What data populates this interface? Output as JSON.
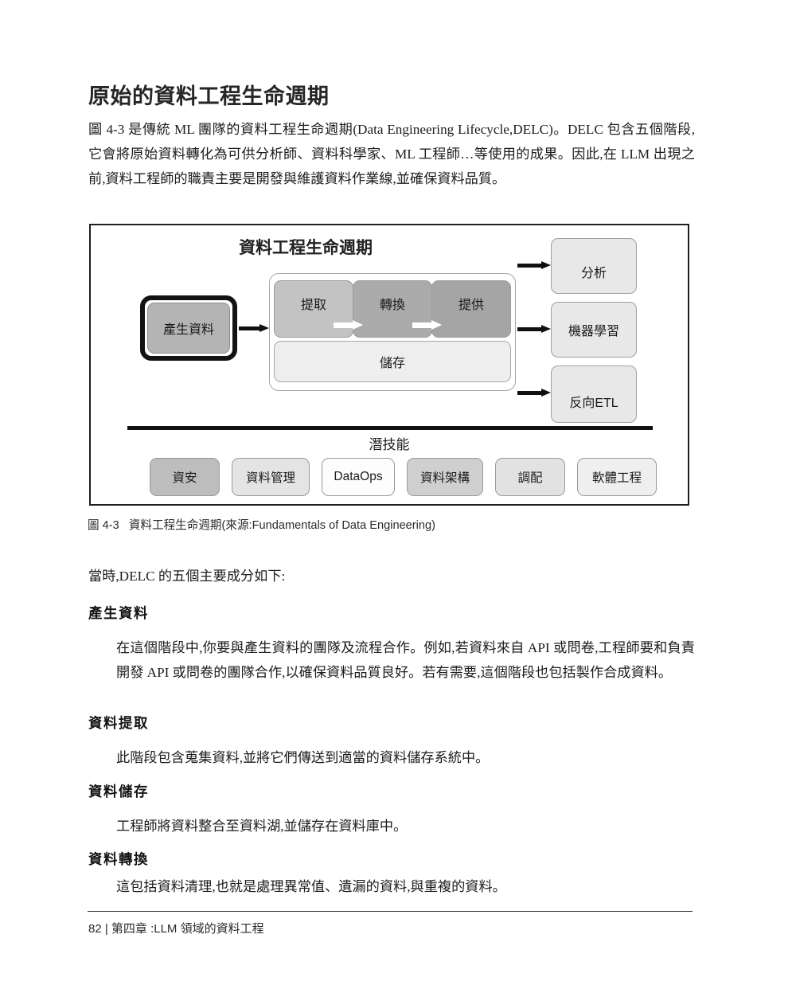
{
  "heading": "原始的資料工程生命週期",
  "intro_paragraph": "圖 4-3 是傳統 ML 團隊的資料工程生命週期(Data Engineering Lifecycle,DELC)。DELC 包含五個階段,它會將原始資料轉化為可供分析師、資料科學家、ML 工程師…等使用的成果。因此,在 LLM 出現之前,資料工程師的職責主要是開發與維護資料作業線,並確保資料品質。",
  "figure": {
    "title": "資料工程生命週期",
    "source_box": "產生資料",
    "pipeline_stages": [
      {
        "label": "提取"
      },
      {
        "label": "轉換"
      },
      {
        "label": "提供"
      }
    ],
    "storage_label": "儲存",
    "outputs": [
      {
        "label": "分析"
      },
      {
        "label": "機器學習"
      },
      {
        "label": "反向ETL"
      }
    ],
    "undercurrents_label": "潛技能",
    "undercurrents": [
      {
        "label": "資安"
      },
      {
        "label": "資料管理"
      },
      {
        "label": "DataOps"
      },
      {
        "label": "資料架構"
      },
      {
        "label": "調配"
      },
      {
        "label": "軟體工程"
      }
    ]
  },
  "caption": {
    "number": "圖 4-3",
    "text": "資料工程生命週期(來源:Fundamentals of Data Engineering)"
  },
  "lead_paragraph": "當時,DELC 的五個主要成分如下:",
  "definitions": [
    {
      "term": "產生資料",
      "body": "在這個階段中,你要與產生資料的團隊及流程合作。例如,若資料來自 API 或問卷,工程師要和負責開發 API 或問卷的團隊合作,以確保資料品質良好。若有需要,這個階段也包括製作合成資料。"
    },
    {
      "term": "資料提取",
      "body": "此階段包含蒐集資料,並將它們傳送到適當的資料儲存系統中。"
    },
    {
      "term": "資料儲存",
      "body": "工程師將資料整合至資料湖,並儲存在資料庫中。"
    },
    {
      "term": "資料轉換",
      "body": "這包括資料清理,也就是處理異常值、遺漏的資料,與重複的資料。"
    }
  ],
  "footer": "82 | 第四章 :LLM 領域的資料工程"
}
